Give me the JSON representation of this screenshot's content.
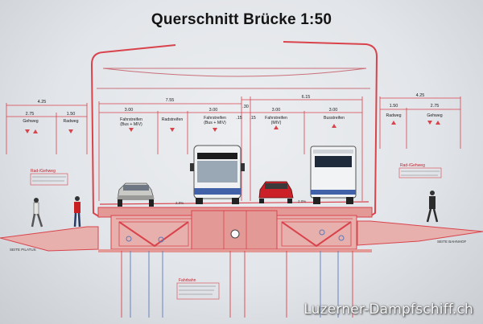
{
  "title": "Querschnitt Brücke 1:50",
  "colors": {
    "line": "#d8434c",
    "fill": "#e8b0ac",
    "deck": "#e39a97",
    "blue": "#5d79b8"
  },
  "dimensions": {
    "left_total": "4.25",
    "left_gehweg": "2.75",
    "left_radweg": "1.50",
    "center_total": "7.55",
    "right_span": "6.15",
    "lane_1": "3.00",
    "lane_2": "3.00",
    "median_total": ".30",
    "median_left": ".15",
    "median_right": ".15",
    "lane_3": "3.00",
    "lane_4": "3.00",
    "right_radweg": "1.50",
    "right_gehweg": "2.75",
    "right_total": "4.25"
  },
  "lanes": {
    "gehweg_left": "Gehweg",
    "radweg_left": "Radweg",
    "fahrstreifen_left": "Fahrstreifen",
    "fahrstreifen_left_sub": "(Bus + MIV)",
    "radstreifen": "Radstreifen",
    "fahrstreifen_mid": "Fahrstreifen",
    "fahrstreifen_mid_sub": "(Bus + MIV)",
    "fahrstreifen_miv": "Fahrstreifen",
    "fahrstreifen_miv_sub": "(MIV)",
    "busstreifen": "Busstreifen",
    "radweg_right": "Radweg",
    "gehweg_right": "Gehweg"
  },
  "notes": {
    "left_box_title": "Rad-/Gehweg",
    "right_box_title": "Rad-/Gehweg",
    "fahrbahn_title": "Fahrbahn",
    "seite_pilatus": "SEITE PILATUS",
    "seite_bahnhof": "SEITE BAHNHOF",
    "slope_left": "2.0%",
    "slope_right": "2.0%"
  },
  "watermark": "Luzerner-Dampfschiff.ch"
}
